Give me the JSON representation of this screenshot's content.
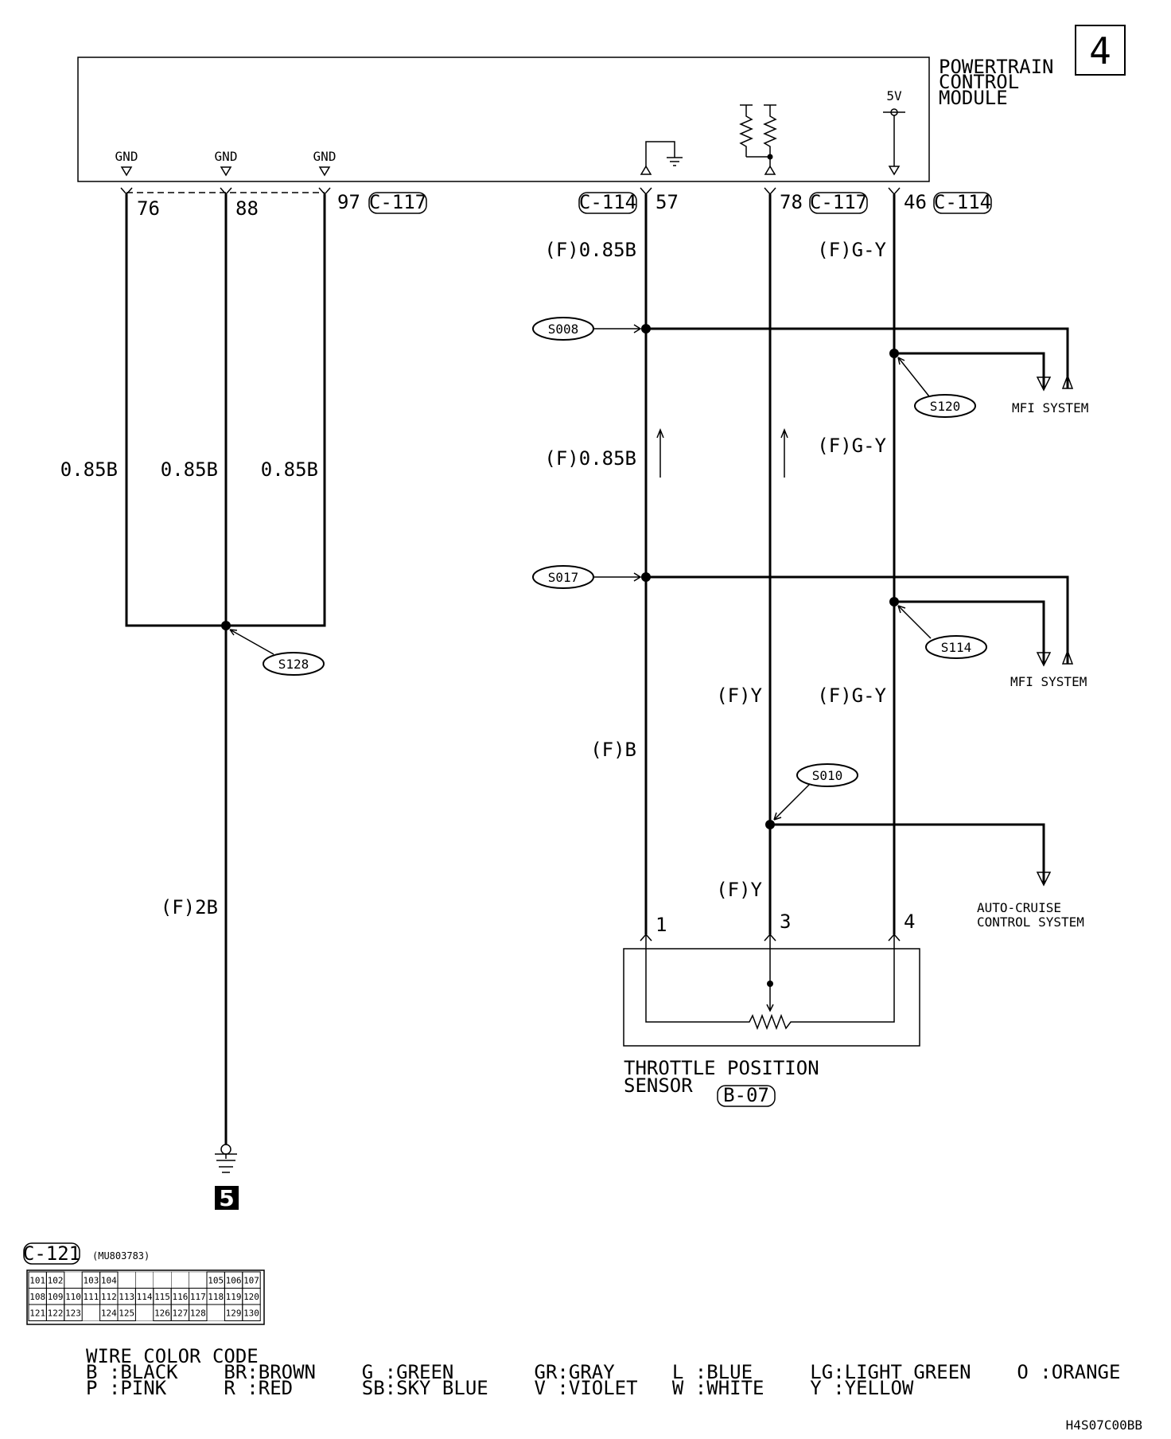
{
  "module": {
    "name_lines": [
      "POWERTRAIN",
      "CONTROL",
      "MODULE"
    ],
    "page_number": "4",
    "gnd_labels": [
      "GND",
      "GND",
      "GND"
    ],
    "voltage_label": "5V"
  },
  "pins": {
    "p76": "76",
    "p88": "88",
    "p97": "97",
    "p57": "57",
    "p78": "78",
    "p46": "46"
  },
  "connectors": {
    "c117_top": "C-117",
    "c114_left": "C-114",
    "c117_mid": "C-117",
    "c114_right": "C-114",
    "b07": "B-07",
    "c121": "C-121",
    "c121_part": "(MU803783)"
  },
  "wire_labels": {
    "w1": "0.85B",
    "w2": "0.85B",
    "w3": "0.85B",
    "f2b": "(F)2B",
    "f085b_top": "(F)0.85B",
    "f085b_mid": "(F)0.85B",
    "fgy_top": "(F)G-Y",
    "fgy_mid": "(F)G-Y",
    "fgy_low": "(F)G-Y",
    "fy_mid": "(F)Y",
    "fb": "(F)B",
    "fy_low": "(F)Y"
  },
  "splices": {
    "s008": "S008",
    "s017": "S017",
    "s120": "S120",
    "s114": "S114",
    "s010": "S010",
    "s128": "S128"
  },
  "systems": {
    "mfi_1": "MFI SYSTEM",
    "mfi_2": "MFI SYSTEM",
    "auto_cruise_lines": [
      "AUTO-CRUISE",
      "CONTROL SYSTEM"
    ]
  },
  "sensor": {
    "name_lines": [
      "THROTTLE POSITION",
      "SENSOR"
    ],
    "terminal_1": "1",
    "terminal_3": "3",
    "terminal_4": "4"
  },
  "ground_point": "5",
  "connector_grid": {
    "rows": [
      [
        "101",
        "102",
        "",
        "103",
        "104",
        "",
        "",
        "",
        "",
        "",
        "105",
        "106",
        "107"
      ],
      [
        "108",
        "109",
        "110",
        "111",
        "112",
        "113",
        "114",
        "115",
        "116",
        "117",
        "118",
        "119",
        "120"
      ],
      [
        "121",
        "122",
        "123",
        "",
        "124",
        "125",
        "",
        "126",
        "127",
        "128",
        "",
        "129",
        "130"
      ]
    ]
  },
  "legend": {
    "title": "WIRE COLOR CODE",
    "row1": "B :BLACK    BR:BROWN    G :GREEN       GR:GRAY     L :BLUE     LG:LIGHT GREEN    O :ORANGE",
    "row2": "P :PINK     R :RED      SB:SKY BLUE    V :VIOLET   W :WHITE    Y :YELLOW"
  },
  "figure_code": "H4S07C00BB"
}
